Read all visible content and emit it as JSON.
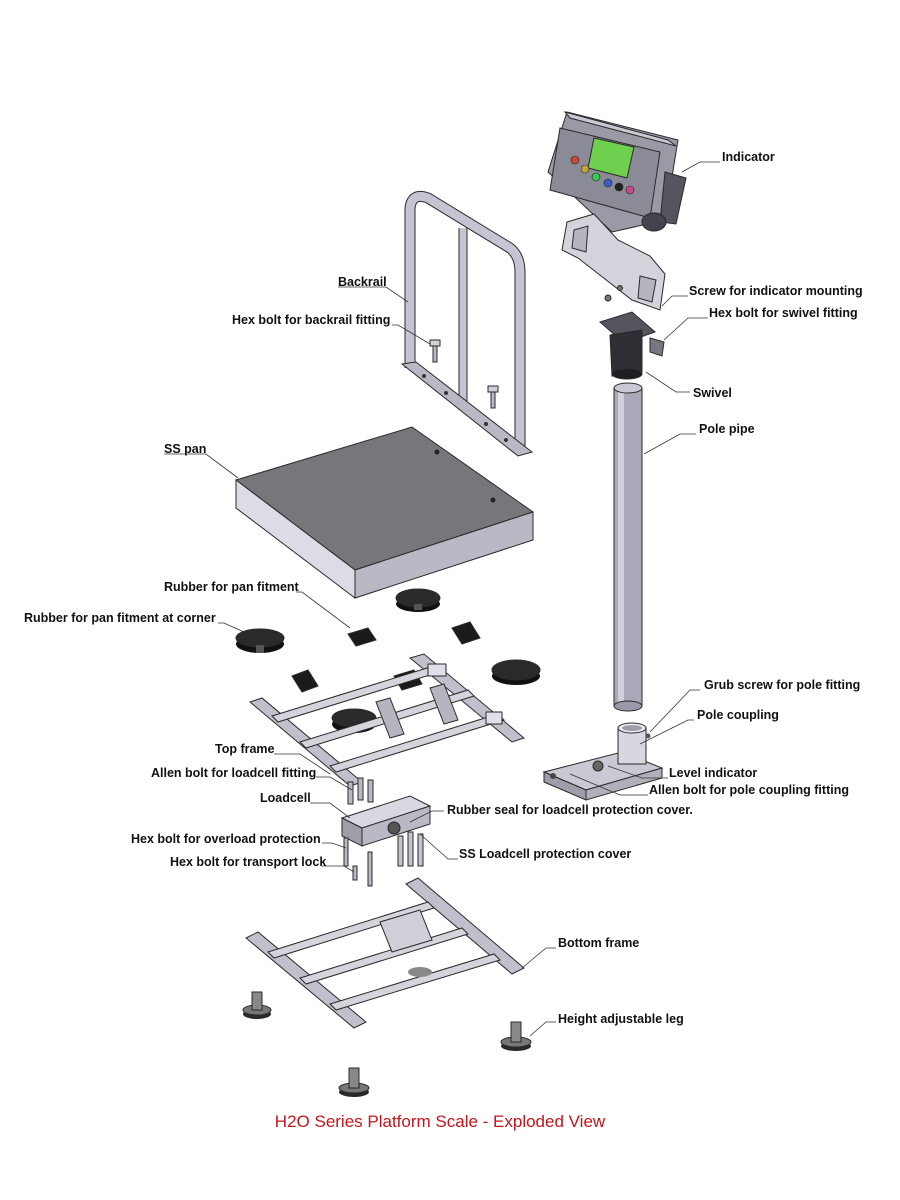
{
  "caption": "H2O Series Platform Scale - Exploded View",
  "colors": {
    "caption": "#c0161c",
    "metal_light": "#dcdce4",
    "metal_mid": "#b9b9c5",
    "metal_dark": "#8a8a97",
    "pan_top": "#77777b",
    "rubber": "#1b1b1b",
    "display": "#6fcf4f"
  },
  "labels": {
    "indicator": "Indicator",
    "screw_indicator_mounting": "Screw for indicator mounting",
    "hex_bolt_swivel": "Hex bolt for swivel fitting",
    "swivel": "Swivel",
    "pole_pipe": "Pole pipe",
    "backrail": "Backrail",
    "hex_bolt_backrail": "Hex bolt for backrail fitting",
    "ss_pan": "SS pan",
    "rubber_pan_fitment": "Rubber for pan fitment",
    "rubber_pan_corner": "Rubber for pan fitment at corner",
    "grub_screw": "Grub screw for pole fitting",
    "pole_coupling": "Pole coupling",
    "top_frame": "Top frame",
    "level_indicator": "Level indicator",
    "allen_bolt_loadcell": "Allen bolt for loadcell fitting",
    "allen_bolt_pole": "Allen bolt for pole coupling fitting",
    "loadcell": "Loadcell",
    "rubber_seal": "Rubber seal for loadcell protection cover.",
    "hex_bolt_overload": "Hex bolt for overload protection",
    "ss_loadcell_cover": "SS Loadcell protection cover",
    "hex_bolt_transport": "Hex bolt for transport lock",
    "bottom_frame": "Bottom frame",
    "height_leg": "Height adjustable leg"
  }
}
